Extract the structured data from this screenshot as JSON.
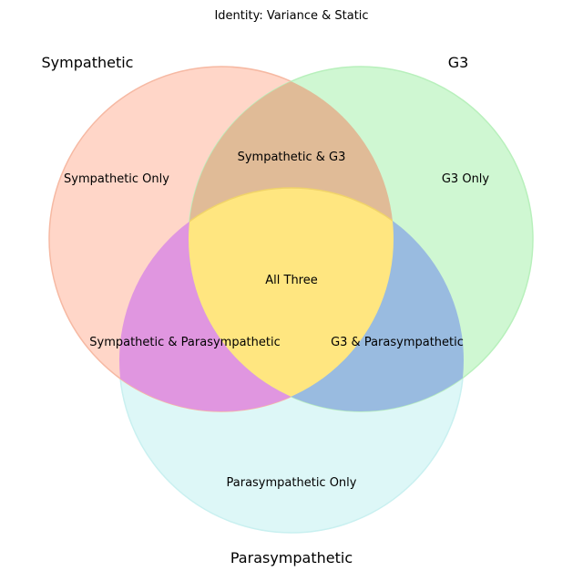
{
  "title": "Identity: Variance & Static",
  "sets": [
    {
      "name": "Sympathetic",
      "color": "#FFD6C8",
      "stroke": "#F6B9A3"
    },
    {
      "name": "G3",
      "color": "#CFF7D2",
      "stroke": "#B8F0BC"
    },
    {
      "name": "Parasympathetic",
      "color": "#DDF7F7",
      "stroke": "#C9F0F0"
    }
  ],
  "regions": {
    "a_only": "Sympathetic Only",
    "b_only": "G3 Only",
    "c_only": "Parasympathetic Only",
    "ab": "Sympathetic & G3",
    "ac": "Sympathetic & Parasympathetic",
    "bc": "G3 & Parasympathetic",
    "abc": "All Three"
  },
  "region_colors": {
    "ab": "#E0BB97",
    "ac": "#E096E0",
    "bc": "#99BBE0",
    "abc": "#FFE680"
  }
}
